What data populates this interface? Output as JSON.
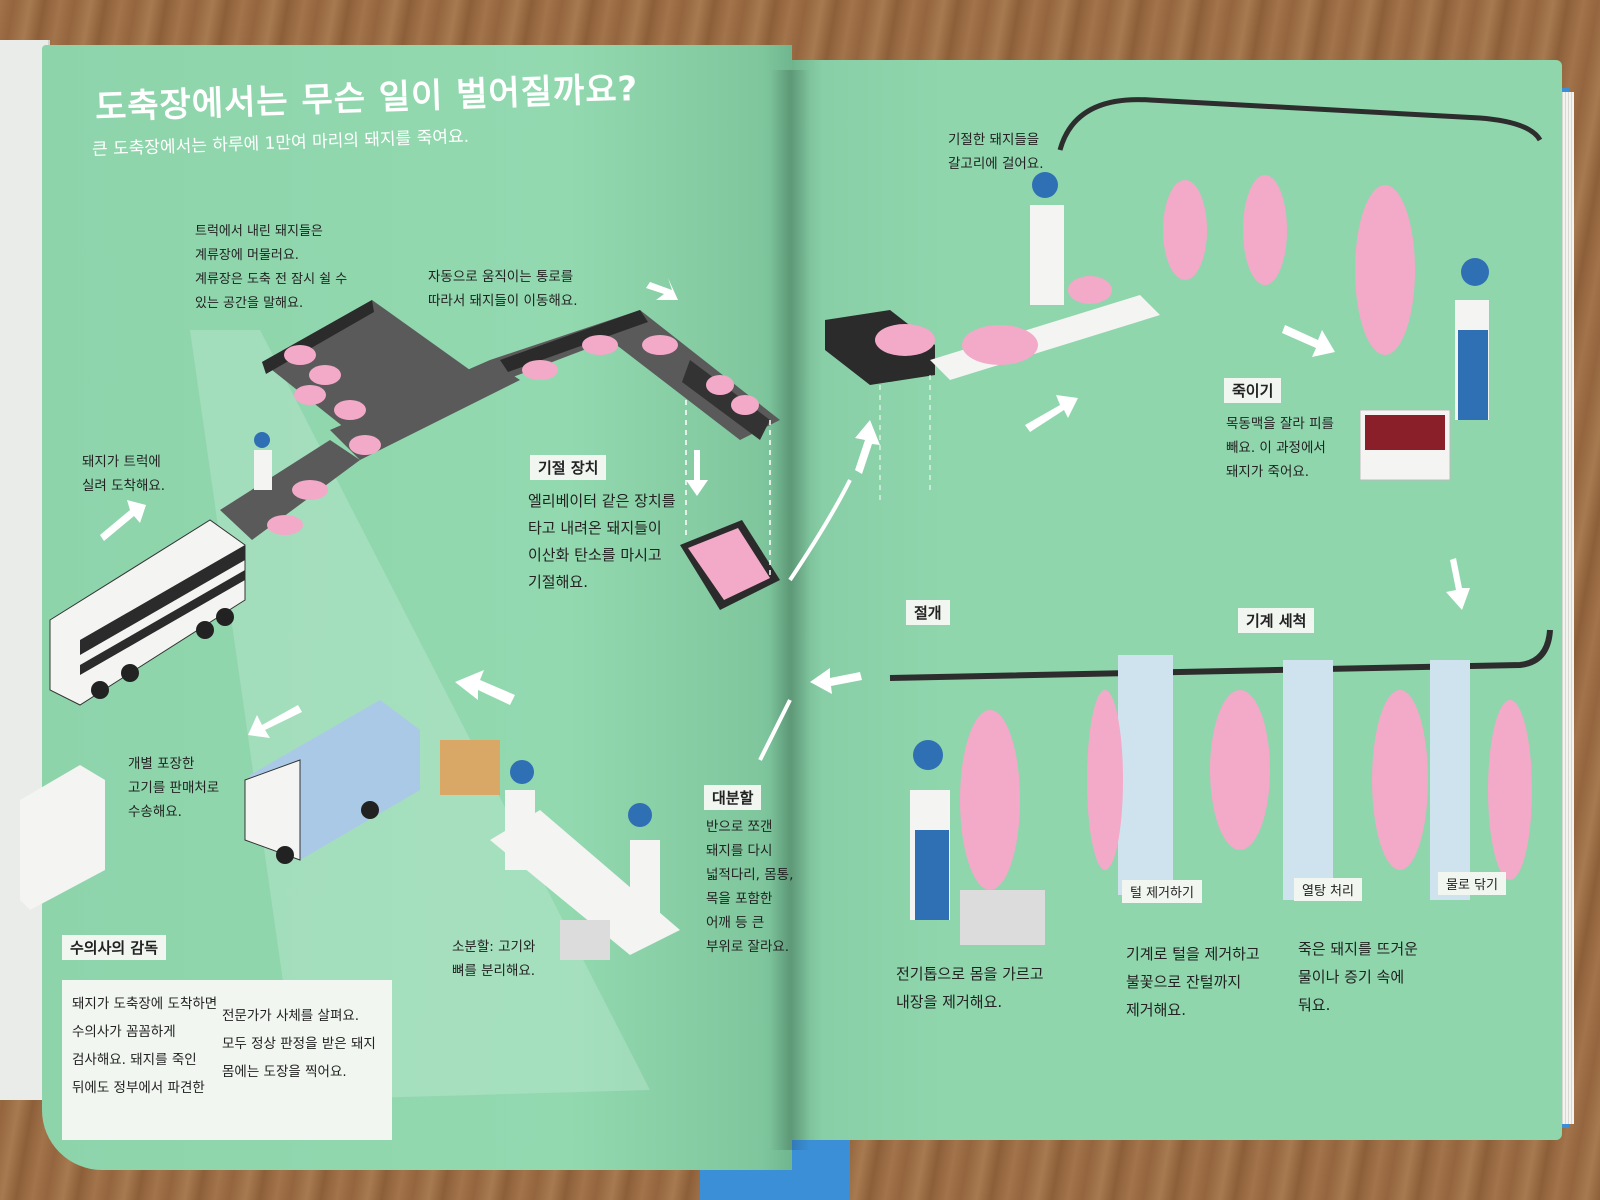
{
  "left_page": {
    "title": "도축장에서는 무슨 일이 벌어질까요?",
    "subtitle": "큰 도축장에서는 하루에 1만여 마리의 돼지를 죽여요.",
    "lairage_note": "트럭에서 내린 돼지들은\n계류장에 머물러요.\n계류장은 도축 전 잠시 쉴 수\n있는 공간을 말해요.",
    "conveyor_note": "자동으로 움직이는 통로를\n따라서 돼지들이 이동해요.",
    "truck_arrival_note": "돼지가 트럭에\n실려 도착해요.",
    "stunning_label": "기절 장치",
    "stunning_note": "엘리베이터 같은 장치를\n타고 내려온 돼지들이\n이산화 탄소를 마시고\n기절해요.",
    "shipping_note": "개별 포장한\n고기를 판매처로\n수송해요.",
    "primal_cut_label": "대분할",
    "primal_cut_note": "반으로 쪼갠\n돼지를 다시\n넓적다리, 몸통,\n목을 포함한\n어깨 등 큰\n부위로 잘라요.",
    "sub_cut_note": "소분할: 고기와\n뼈를 분리해요.",
    "vet_label": "수의사의 감독",
    "vet_note_1": "돼지가 도축장에 도착하면\n수의사가 꼼꼼하게\n검사해요. 돼지를 죽인\n뒤에도 정부에서 파견한",
    "vet_note_2": "전문가가 사체를 살펴요.\n모두 정상 판정을 받은 돼지\n몸에는 도장을 찍어요."
  },
  "right_page": {
    "hook_note": "기절한 돼지들을\n갈고리에 걸어요.",
    "kill_label": "죽이기",
    "kill_note": "목동맥을 잘라 피를\n빼요. 이 과정에서\n돼지가 죽어요.",
    "evisceration_label": "절개",
    "washing_label": "기계 세척",
    "dehair_label": "털 제거하기",
    "scald_label": "열탕 처리",
    "rinse_label": "물로 닦기",
    "evisceration_note": "전기톱으로 몸을 가르고\n내장을 제거해요.",
    "dehair_note": "기계로 털을 제거하고\n불꽃으로 잔털까지\n제거해요.",
    "scald_note": "죽은 돼지를 뜨거운\n물이나 증기 속에\n둬요."
  },
  "colors": {
    "page_green": "#8fd6ad",
    "pig_pink": "#f4a6c4",
    "worker_blue": "#2f6fb4",
    "rail_dark": "#2d2d2d",
    "label_bg": "#f1f6f0"
  }
}
